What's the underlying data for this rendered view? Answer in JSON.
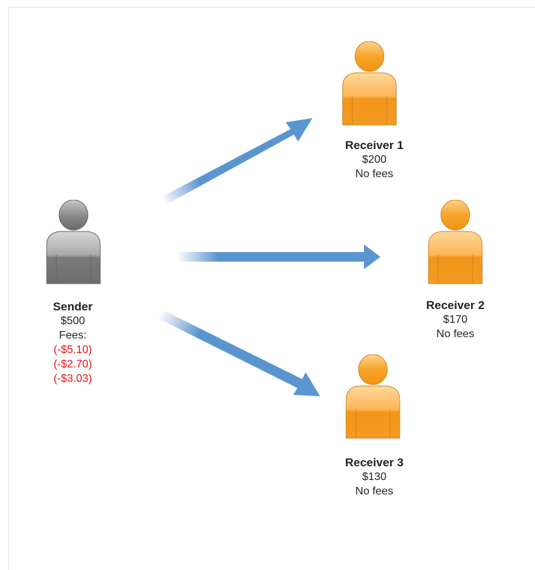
{
  "sender": {
    "name": "Sender",
    "amount": "$500",
    "fees_label": "Fees:",
    "fees": [
      "(-$5.10)",
      "(-$2.70)",
      "(-$3.03)"
    ]
  },
  "receivers": [
    {
      "name": "Receiver 1",
      "amount": "$200",
      "fee_note": "No fees"
    },
    {
      "name": "Receiver 2",
      "amount": "$170",
      "fee_note": "No fees"
    },
    {
      "name": "Receiver 3",
      "amount": "$130",
      "fee_note": "No fees"
    }
  ],
  "colors": {
    "arrow": "#5b95d0",
    "sender_icon": "#8a8a8a",
    "receiver_icon": "#f5a623",
    "fee_text": "#ee1111"
  }
}
